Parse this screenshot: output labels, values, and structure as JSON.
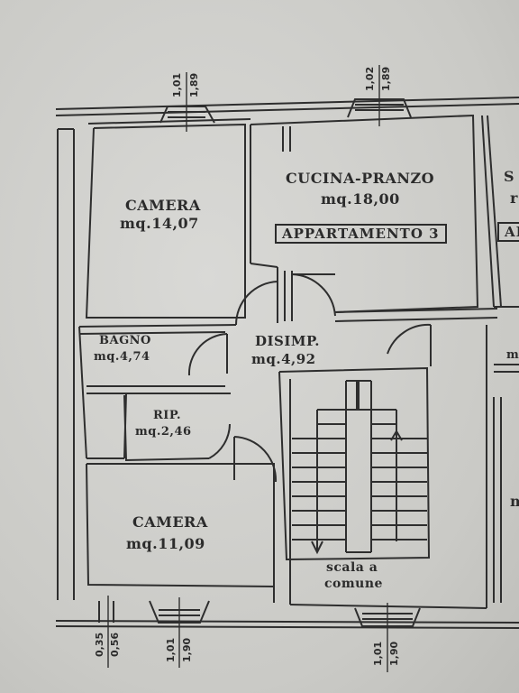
{
  "rooms": {
    "camera_top": {
      "name": "CAMERA",
      "area": "mq.14,07"
    },
    "cucina": {
      "name": "CUCINA-PRANZO",
      "area": "mq.18,00"
    },
    "apartment_label": "APPARTAMENTO 3",
    "bagno": {
      "name": "BAGNO",
      "area": "mq.4,74"
    },
    "disimp": {
      "name": "DISIMP.",
      "area": "mq.4,92"
    },
    "rip": {
      "name": "RIP.",
      "area": "mq.2,46"
    },
    "camera_bottom": {
      "name": "CAMERA",
      "area": "mq.11,09"
    },
    "scala": {
      "line1": "scala a",
      "line2": "comune"
    }
  },
  "cut_off": {
    "right_room_name": "S",
    "right_room_area": "r",
    "right_apt": "AP",
    "right_small": "m",
    "right_bottom": "n"
  },
  "dimensions": {
    "top_left": {
      "a": "1,01",
      "b": "1,89"
    },
    "top_mid": {
      "a": "1,02",
      "b": "1,89"
    },
    "bottom_small": {
      "a": "0,35",
      "b": "0,56"
    },
    "bottom_left": {
      "a": "1,01",
      "b": "1,90"
    },
    "bottom_right": {
      "a": "1,01",
      "b": "1,90"
    }
  }
}
